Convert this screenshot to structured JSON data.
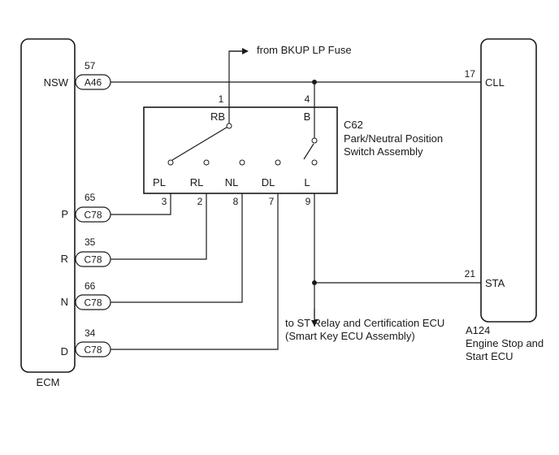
{
  "ecm": {
    "name": "ECM",
    "pins": [
      {
        "label": "NSW",
        "connector": "A46",
        "number": "57"
      },
      {
        "label": "P",
        "connector": "C78",
        "number": "65"
      },
      {
        "label": "R",
        "connector": "C78",
        "number": "35"
      },
      {
        "label": "N",
        "connector": "C78",
        "number": "66"
      },
      {
        "label": "D",
        "connector": "C78",
        "number": "34"
      }
    ]
  },
  "switch": {
    "code": "C62",
    "name_line1": "Park/Neutral Position",
    "name_line2": "Switch Assembly",
    "top_pins": [
      {
        "number": "1",
        "label": "RB"
      },
      {
        "number": "4",
        "label": "B"
      }
    ],
    "bottom_pins": [
      {
        "label": "PL",
        "number": "3"
      },
      {
        "label": "RL",
        "number": "2"
      },
      {
        "label": "NL",
        "number": "8"
      },
      {
        "label": "DL",
        "number": "7"
      },
      {
        "label": "L",
        "number": "9"
      }
    ]
  },
  "engine_ecu": {
    "code": "A124",
    "name_line1": "Engine Stop and",
    "name_line2": "Start ECU",
    "pins": [
      {
        "number": "17",
        "label": "CLL"
      },
      {
        "number": "21",
        "label": "STA"
      }
    ]
  },
  "fuse_label": "from BKUP LP Fuse",
  "st_relay_line1": "to ST Relay and Certification ECU",
  "st_relay_line2": "(Smart Key ECU Assembly)"
}
